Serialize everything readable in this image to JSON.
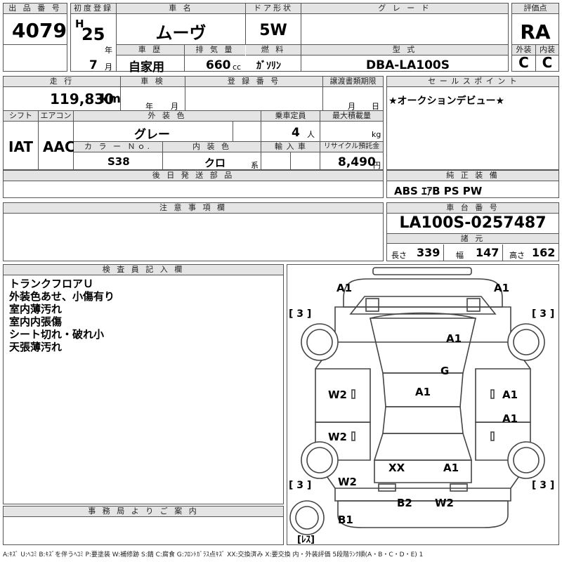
{
  "header_labels": {
    "lot_no": "出 品 番 号",
    "first_reg": "初度登録",
    "car_name": "車 名",
    "door_type": "ドア形状",
    "grade": "グ レ ー ド",
    "rating": "評価点",
    "car_history": "車 歴",
    "displacement": "排 気 量",
    "fuel": "燃 料",
    "model": "型 式",
    "exterior": "外装",
    "interior": "内装"
  },
  "lot_no": "4079",
  "era": "H",
  "year": "25",
  "year_unit": "年",
  "month": "7",
  "month_unit": "月",
  "car_name": "ムーヴ",
  "door_type": "5W",
  "grade": "",
  "rating": "RA",
  "car_history": "自家用",
  "displacement": "660",
  "displacement_unit": "cc",
  "fuel": "ｶﾞｿﾘﾝ",
  "model": "DBA-LA100S",
  "exterior_grade": "C",
  "interior_grade": "C",
  "row2_labels": {
    "mileage": "走 行",
    "inspection": "車 検",
    "reg_no": "登 録 番 号",
    "transfer_deadline": "譲渡書類期限",
    "sales_point": "セ ー ル ス ポ イ ン ト",
    "shift": "シフト",
    "aircon": "エアコン",
    "ext_color": "外 装 色",
    "capacity": "乗車定員",
    "max_load": "最大積載量",
    "color_no": "カ ラ ー Ｎｏ.",
    "int_color": "内 装 色",
    "import": "輸 入 車",
    "recycle": "リサイクル預託金",
    "later_parts": "後 日 発 送 部 品",
    "equipment": "純 正 装 備"
  },
  "mileage": "119,830",
  "mileage_unit": "km",
  "inspection_year_unit": "年",
  "inspection_month_unit": "月",
  "transfer_month_unit": "月",
  "transfer_day_unit": "日",
  "sales_point": "★オークションデビュー★",
  "shift": "IAT",
  "aircon": "AAC",
  "ext_color": "グレー",
  "capacity": "4",
  "capacity_unit": "人",
  "max_load_unit": "kg",
  "color_no": "S38",
  "int_color": "クロ",
  "int_color_suffix": "系",
  "recycle_fee": "8,490",
  "recycle_unit": "円",
  "equipment": "ABS ｴｱB PS PW",
  "caution_label": "注 意 事 項 欄",
  "chassis_label": "車 台 番 号",
  "chassis_no": "LA100S-0257487",
  "dimensions_label": "諸 元",
  "length_label": "長さ",
  "length": "339",
  "width_label": "幅",
  "width": "147",
  "height_label": "高さ",
  "height": "162",
  "inspector_label": "検 査 員 記 入 欄",
  "inspector_notes": [
    "トランクフロアＵ",
    "外装色あせ、小傷有り",
    "室内薄汚れ",
    "室内内張傷",
    "シート切れ・破れ小",
    "天張薄汚れ"
  ],
  "office_label": "事 務 局 よ り ご 案 内",
  "damage_marks": {
    "front_left": "A1",
    "front_right": "A1",
    "bonnet": "A1",
    "windshield": "G",
    "roof": "A1",
    "fl_door": "W2",
    "fr_fender": "A1",
    "rl_door": "W2",
    "rr_door": "A1",
    "rear_left_area": "XX",
    "rear_right_area": "A1",
    "rear_left_fender": "W2",
    "bumper_left": "B2",
    "bumper_right": "W2",
    "rear_bumper": "B1"
  },
  "tire_marks": [
    "[ 3 ]",
    "[ 3 ]",
    "[ 3 ]",
    "[ 3 ]",
    "[ﾚｽ]"
  ],
  "legend": "A:ｷｽﾞ U:ﾍｺﾐ B:ｷｽﾞを伴うﾍｺﾐ P:要塗装 W:補修跡 S:錆 C:腐食 G:ﾌﾛﾝﾄｶﾞﾗｽ点ｷｽﾞ XX:交換済み X:要交換 内・外装評価 5段階ﾗﾝｸ順(A・B・C・D・E) 1"
}
